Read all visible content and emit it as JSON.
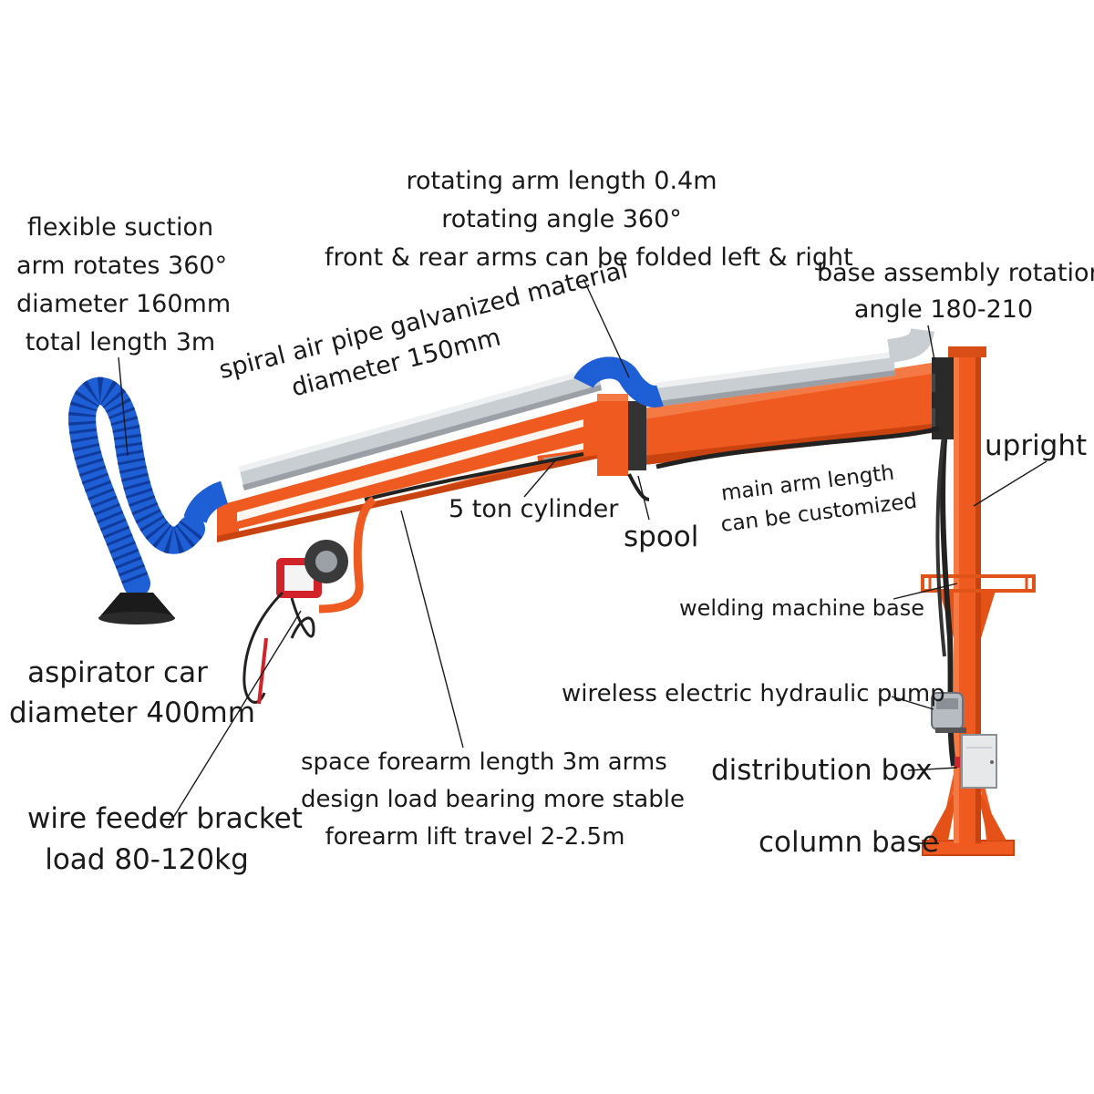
{
  "colors": {
    "orange": "#ee5a1f",
    "orange_dark": "#c8430f",
    "blue": "#1f5fd6",
    "blue_dark": "#0f3c9c",
    "pipe": "#c9ced3",
    "black": "#222222",
    "red": "#d3232a"
  },
  "icons": [
    "suction-hood-icon",
    "wire-feeder-icon",
    "hydraulic-pump-icon",
    "distribution-box-icon"
  ],
  "labels": {
    "flexible_suction": [
      "flexible suction",
      "arm rotates 360°",
      "diameter 160mm",
      "total length 3m"
    ],
    "rotating_arm": [
      "rotating arm length 0.4m",
      "rotating angle 360°",
      "front & rear arms can be folded left & right"
    ],
    "base_assembly": [
      "base assembly rotation",
      "angle 180-210"
    ],
    "spiral_pipe": [
      "spiral air pipe galvanized material",
      "diameter 150mm"
    ],
    "upright": "upright",
    "five_ton": "5 ton cylinder",
    "spool": "spool",
    "main_arm": [
      "main arm length",
      "can be customized"
    ],
    "welding_base": "welding machine base",
    "aspirator": [
      "aspirator car",
      "diameter 400mm"
    ],
    "hydraulic_pump": "wireless electric hydraulic pump",
    "distribution_box": "distribution box",
    "space_forearm": [
      "space forearm length 3m arms",
      "design load bearing more stable",
      "forearm lift travel 2-2.5m"
    ],
    "wire_feeder": [
      "wire feeder bracket",
      "load 80-120kg"
    ],
    "column_base": "column base"
  }
}
